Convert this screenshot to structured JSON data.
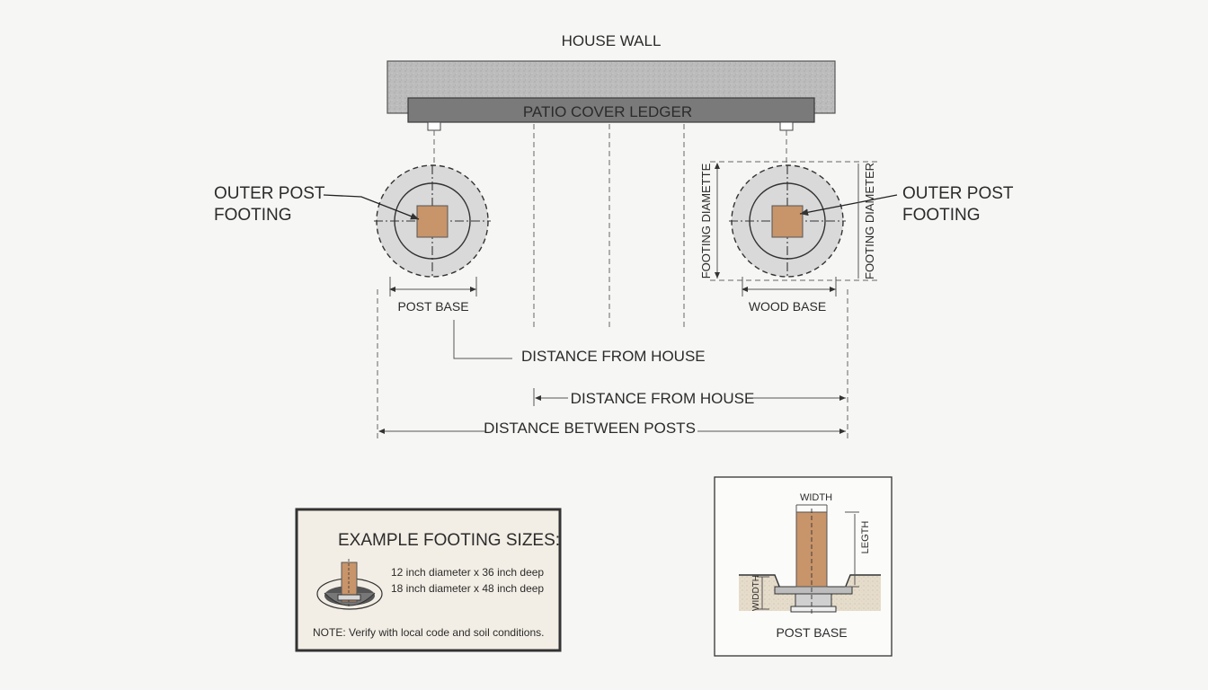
{
  "labels": {
    "house_wall": "HOUSE WALL",
    "ledger": "PATIO COVER LEDGER",
    "outer_post_footing_left_1": "OUTER POST",
    "outer_post_footing_left_2": "FOOTING",
    "outer_post_footing_right_1": "OUTER POST",
    "outer_post_footing_right_2": "FOOTING",
    "post_base": "POST BASE",
    "wood_base": "WOOD BASE",
    "footing_diameter_left": "FOOTING DIAMETTE",
    "footing_diameter_right": "FOOTING DIAMETER",
    "distance_from_house_1": "DISTANCE FROM HOUSE",
    "distance_from_house_2": "DISTANCE FROM HOUSE",
    "distance_between_posts": "DISTANCE BETWEEN POSTS"
  },
  "example_box": {
    "title": "EXAMPLE FOOTING SIZES:",
    "sizes": [
      "12 inch diameter x 36 inch deep",
      "18 inch diameter x 48 inch deep"
    ],
    "note": "NOTE: Verify with local code and soil conditions."
  },
  "detail": {
    "width_label": "WIDTH",
    "length_label": "LEGTH",
    "depth_label": "WIDDTH",
    "post_base_label": "POST BASE"
  },
  "colors": {
    "concrete": "#d9d9d9",
    "wall": "#bdbdbd",
    "ledger": "#7a7a7a",
    "post_wood": "#c8946a",
    "background": "#f6f6f4"
  }
}
